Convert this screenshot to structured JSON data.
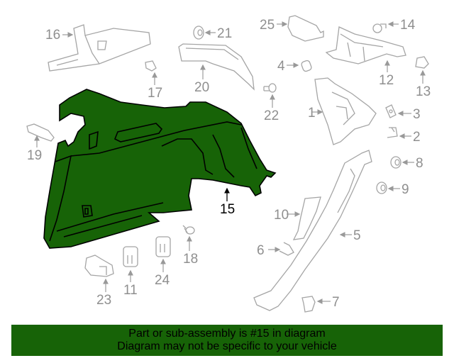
{
  "diagram": {
    "highlighted_part": "15",
    "highlight_color": "#176307",
    "line_color_inactive": "#a0a0a0",
    "callouts": [
      {
        "id": "1",
        "label": "1"
      },
      {
        "id": "2",
        "label": "2"
      },
      {
        "id": "3",
        "label": "3"
      },
      {
        "id": "4",
        "label": "4"
      },
      {
        "id": "5",
        "label": "5"
      },
      {
        "id": "6",
        "label": "6"
      },
      {
        "id": "7",
        "label": "7"
      },
      {
        "id": "8",
        "label": "8"
      },
      {
        "id": "9",
        "label": "9"
      },
      {
        "id": "10",
        "label": "10"
      },
      {
        "id": "11",
        "label": "11"
      },
      {
        "id": "12",
        "label": "12"
      },
      {
        "id": "13",
        "label": "13"
      },
      {
        "id": "14",
        "label": "14"
      },
      {
        "id": "15",
        "label": "15"
      },
      {
        "id": "16",
        "label": "16"
      },
      {
        "id": "17",
        "label": "17"
      },
      {
        "id": "18",
        "label": "18"
      },
      {
        "id": "19",
        "label": "19"
      },
      {
        "id": "20",
        "label": "20"
      },
      {
        "id": "21",
        "label": "21"
      },
      {
        "id": "22",
        "label": "22"
      },
      {
        "id": "23",
        "label": "23"
      },
      {
        "id": "24",
        "label": "24"
      },
      {
        "id": "25",
        "label": "25"
      }
    ]
  },
  "banner": {
    "line1": "Part or sub-assembly is #15 in diagram",
    "line2": "Diagram may not be specific to your vehicle",
    "background": "#176307"
  }
}
